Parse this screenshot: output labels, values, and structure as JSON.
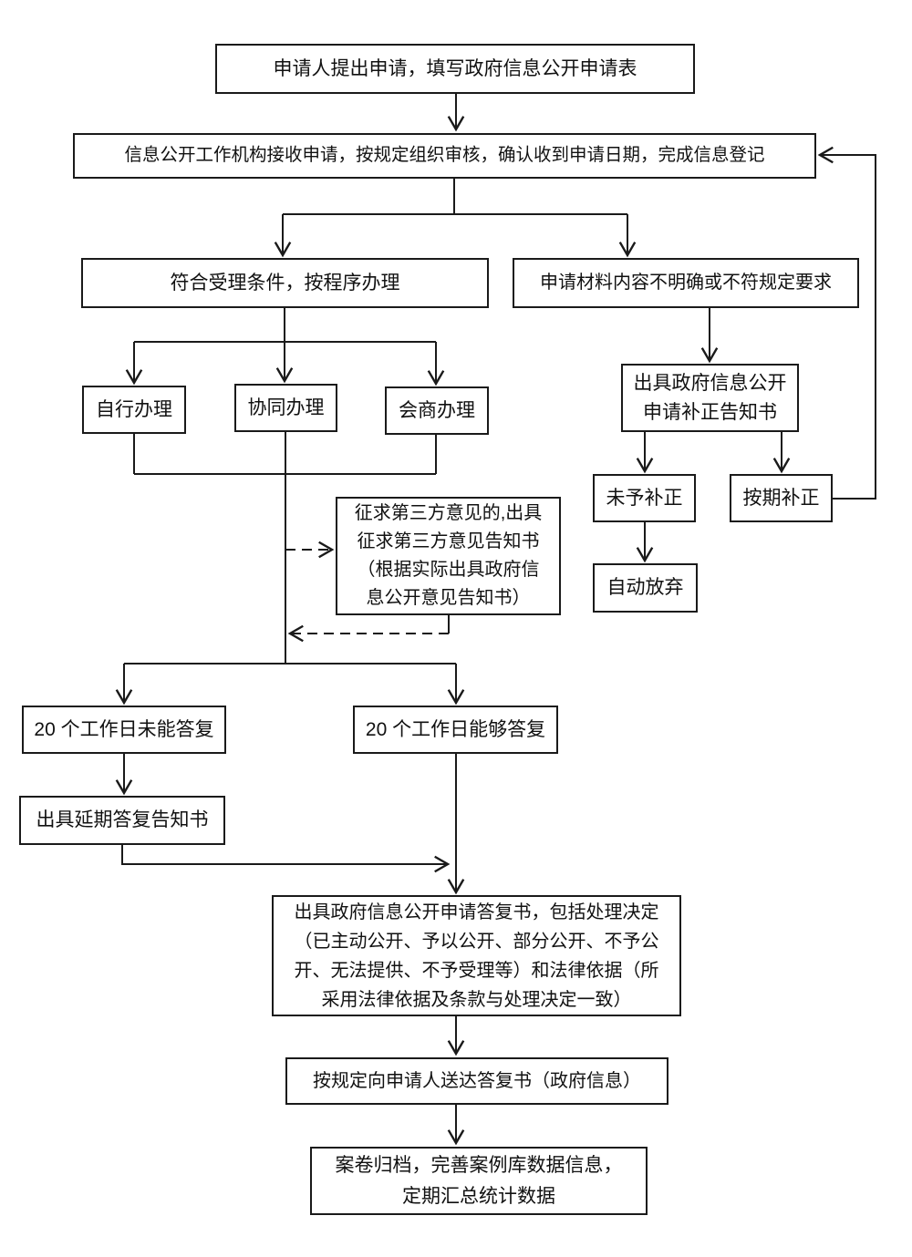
{
  "diagram": {
    "background_color": "#ffffff",
    "line_color": "#1a1a1a",
    "nodes": {
      "apply": {
        "text": "申请人提出申请，填写政府信息公开申请表"
      },
      "receive": {
        "text": "信息公开工作机构接收申请，按规定组织审核，确认收到申请日期，完成信息登记"
      },
      "accept": {
        "text": "符合受理条件，按程序办理"
      },
      "unclear": {
        "text": "申请材料内容不明确或不符规定要求"
      },
      "self_handle": {
        "text": "自行办理"
      },
      "joint_handle": {
        "text": "协同办理"
      },
      "consult_handle": {
        "text": "会商办理"
      },
      "third_party_notice": {
        "text": "征求第三方意见的,出具\n征求第三方意见告知书\n（根据实际出具政府信\n息公开意见告知书）"
      },
      "over_20_days": {
        "text": "20 个工作日未能答复"
      },
      "within_20_days": {
        "text": "20 个工作日能够答复"
      },
      "delay_notice": {
        "text": "出具延期答复告知书"
      },
      "reply_decision": {
        "text": "出具政府信息公开申请答复书，包括处理决定\n（已主动公开、予以公开、部分公开、不予公\n开、无法提供、不予受理等）和法律依据（所\n采用法律依据及条款与处理决定一致）"
      },
      "deliver_reply": {
        "text": "按规定向申请人送达答复书（政府信息）"
      },
      "archive": {
        "text": "案卷归档，完善案例库数据信息，\n定期汇总统计数据"
      },
      "correction_notice": {
        "text": "出具政府信息公开\n申请补正告知书"
      },
      "no_correction": {
        "text": "未予补正"
      },
      "correction_on_time": {
        "text": "按期补正"
      },
      "auto_abandon": {
        "text": "自动放弃"
      }
    }
  }
}
